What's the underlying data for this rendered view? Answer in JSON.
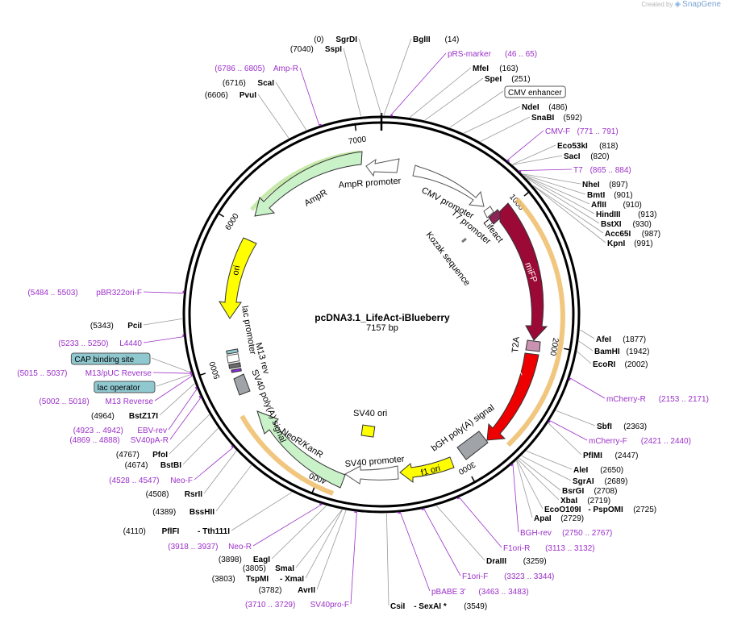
{
  "created_by": {
    "label": "Created by",
    "brand": "SnapGene"
  },
  "plasmid": {
    "name": "pcDNA3.1_LifeAct-iBlueberry",
    "size": "7157 bp"
  },
  "colors": {
    "site": "#000000",
    "primer": "#9b30c8",
    "feature_green": "#c9f2c9",
    "feature_yellow": "#ffff00",
    "mifp": "#9b0a36",
    "mcherry": "#ee0000",
    "orf_orange": "#f0c070",
    "promoter": "#ffffff",
    "t2a": "#c892b0",
    "gray": "#a0a4a8",
    "teal": "#90c8d0"
  },
  "ticks": [
    {
      "label": "1000"
    },
    {
      "label": "2000"
    },
    {
      "label": "3000"
    },
    {
      "label": "4000"
    },
    {
      "label": "5000"
    },
    {
      "label": "6000"
    },
    {
      "label": "7000"
    }
  ],
  "labels": [
    {
      "text": "(0)",
      "cls": "pos",
      "b": "SgrDI"
    },
    {
      "text": "BglII",
      "cls": "enz",
      "n": "(14)"
    },
    {
      "text": "pRS-marker",
      "cls": "pri",
      "n": "(46 .. 65)"
    },
    {
      "text": "MfeI",
      "cls": "enz",
      "n": "(163)"
    },
    {
      "text": "SpeI",
      "cls": "enz",
      "n": "(251)"
    },
    {
      "text": "CMV enhancer",
      "cls": "box"
    },
    {
      "text": "NdeI",
      "cls": "enz",
      "n": "(486)"
    },
    {
      "text": "SnaBI",
      "cls": "enz",
      "n": "(592)"
    },
    {
      "text": "CMV-F",
      "cls": "pri",
      "n": "(771 .. 791)"
    },
    {
      "text": "Eco53kI",
      "cls": "enz",
      "n": "(818)"
    },
    {
      "text": "SacI",
      "cls": "enz",
      "n": "(820)"
    },
    {
      "text": "T7",
      "cls": "pri",
      "n": "(865 .. 884)"
    },
    {
      "text": "NheI",
      "cls": "enz",
      "n": "(897)"
    },
    {
      "text": "BmtI",
      "cls": "enz",
      "n": "(901)"
    },
    {
      "text": "AflII",
      "cls": "enz",
      "n": "(910)"
    },
    {
      "text": "HindIII",
      "cls": "enz",
      "n": "(913)"
    },
    {
      "text": "BstXI",
      "cls": "enz",
      "n": "(930)"
    },
    {
      "text": "Acc65I",
      "cls": "enz",
      "n": "(987)"
    },
    {
      "text": "KpnI",
      "cls": "enz",
      "n": "(991)"
    },
    {
      "text": "AfeI",
      "cls": "enz",
      "n": "(1877)"
    },
    {
      "text": "BamHI",
      "cls": "enz",
      "n": "(1942)"
    },
    {
      "text": "EcoRI",
      "cls": "enz",
      "n": "(2002)"
    },
    {
      "text": "mCherry-R",
      "cls": "pri",
      "n": "(2153 .. 2171)"
    },
    {
      "text": "SbfI",
      "cls": "enz",
      "n": "(2363)"
    },
    {
      "text": "mCherry-F",
      "cls": "pri",
      "n": "(2421 .. 2440)"
    },
    {
      "text": "PflMI",
      "cls": "enz",
      "n": "(2447)"
    },
    {
      "text": "AleI",
      "cls": "enz",
      "n": "(2650)"
    },
    {
      "text": "SgrAI",
      "cls": "enz",
      "n": "(2689)"
    },
    {
      "text": "BsrGI",
      "cls": "enz",
      "n": "(2708)"
    },
    {
      "text": "XbaI",
      "cls": "enz",
      "n": "(2719)"
    },
    {
      "text": "EcoO109I",
      "cls": "enz",
      "n": "(2725)",
      "b": "PspOMI"
    },
    {
      "text": "ApaI",
      "cls": "enz",
      "n": "(2729)"
    },
    {
      "text": "BGH-rev",
      "cls": "pri",
      "n": "(2750 .. 2767)"
    },
    {
      "text": "F1ori-R",
      "cls": "pri",
      "n": "(3113 .. 3132)"
    },
    {
      "text": "DraIII",
      "cls": "enz",
      "n": "(3259)"
    },
    {
      "text": "F1ori-F",
      "cls": "pri",
      "n": "(3323 .. 3344)"
    },
    {
      "text": "pBABE 3'",
      "cls": "pri",
      "n": "(3463 .. 3483)"
    },
    {
      "text": "CsiI",
      "cls": "enz",
      "n": "(3549)",
      "b": "SexAI *"
    },
    {
      "text": "(3710 .. 3729)",
      "cls": "pripos",
      "b": "SV40pro-F"
    },
    {
      "text": "(3782)",
      "cls": "pos",
      "b": "AvrII"
    },
    {
      "text": "(3803)",
      "cls": "pos",
      "b": "TspMI",
      "c": "XmaI"
    },
    {
      "text": "(3805)",
      "cls": "pos",
      "b": "SmaI"
    },
    {
      "text": "(3898)",
      "cls": "pos",
      "b": "EagI"
    },
    {
      "text": "(3918 .. 3937)",
      "cls": "pripos",
      "b": "Neo-R"
    },
    {
      "text": "(4110)",
      "cls": "pos",
      "b": "PflFI",
      "c": "Tth111I"
    },
    {
      "text": "(4389)",
      "cls": "pos",
      "b": "BssHII"
    },
    {
      "text": "(4508)",
      "cls": "pos",
      "b": "RsrII"
    },
    {
      "text": "(4528 .. 4547)",
      "cls": "pripos",
      "b": "Neo-F"
    },
    {
      "text": "(4674)",
      "cls": "pos",
      "b": "BstBI"
    },
    {
      "text": "(4767)",
      "cls": "pos",
      "b": "PfoI"
    },
    {
      "text": "(4869 .. 4888)",
      "cls": "pripos",
      "b": "SV40pA-R"
    },
    {
      "text": "(4923 .. 4942)",
      "cls": "pripos",
      "b": "EBV-rev"
    },
    {
      "text": "(4964)",
      "cls": "pos",
      "b": "BstZ17I"
    },
    {
      "text": "(5002 .. 5018)",
      "cls": "pripos",
      "b": "M13 Reverse"
    },
    {
      "text": "lac operator",
      "cls": "tealbox"
    },
    {
      "text": "(5015 .. 5037)",
      "cls": "pripos",
      "b": "M13/pUC Reverse"
    },
    {
      "text": "CAP binding site",
      "cls": "tealbox"
    },
    {
      "text": "(5233 .. 5250)",
      "cls": "pripos",
      "b": "L4440"
    },
    {
      "text": "(5343)",
      "cls": "pos",
      "b": "PciI"
    },
    {
      "text": "(5484 .. 5503)",
      "cls": "pripos",
      "b": "pBR322ori-F"
    },
    {
      "text": "(6606)",
      "cls": "pos",
      "b": "PvuI"
    },
    {
      "text": "(6716)",
      "cls": "pos",
      "b": "ScaI"
    },
    {
      "text": "(6786 .. 6805)",
      "cls": "pripos",
      "b": "Amp-R"
    },
    {
      "text": "(7040)",
      "cls": "pos",
      "b": "SspI"
    }
  ],
  "features": [
    {
      "label": "CMV promoter"
    },
    {
      "label": "T7 promoter"
    },
    {
      "label": "Lifeact"
    },
    {
      "label": "Kozak sequence"
    },
    {
      "label": "miFP"
    },
    {
      "label": "T2A"
    },
    {
      "label": "mCherry"
    },
    {
      "label": "bGH poly(A) signal"
    },
    {
      "label": "f1 ori"
    },
    {
      "label": "SV40 promoter"
    },
    {
      "label": "SV40 ori"
    },
    {
      "label": "NeoR/KanR"
    },
    {
      "label": "SV40 poly(A) signal"
    },
    {
      "label": "M13 rev"
    },
    {
      "label": "lac promoter"
    },
    {
      "label": "ori"
    },
    {
      "label": "AmpR"
    },
    {
      "label": "AmpR promoter"
    }
  ]
}
